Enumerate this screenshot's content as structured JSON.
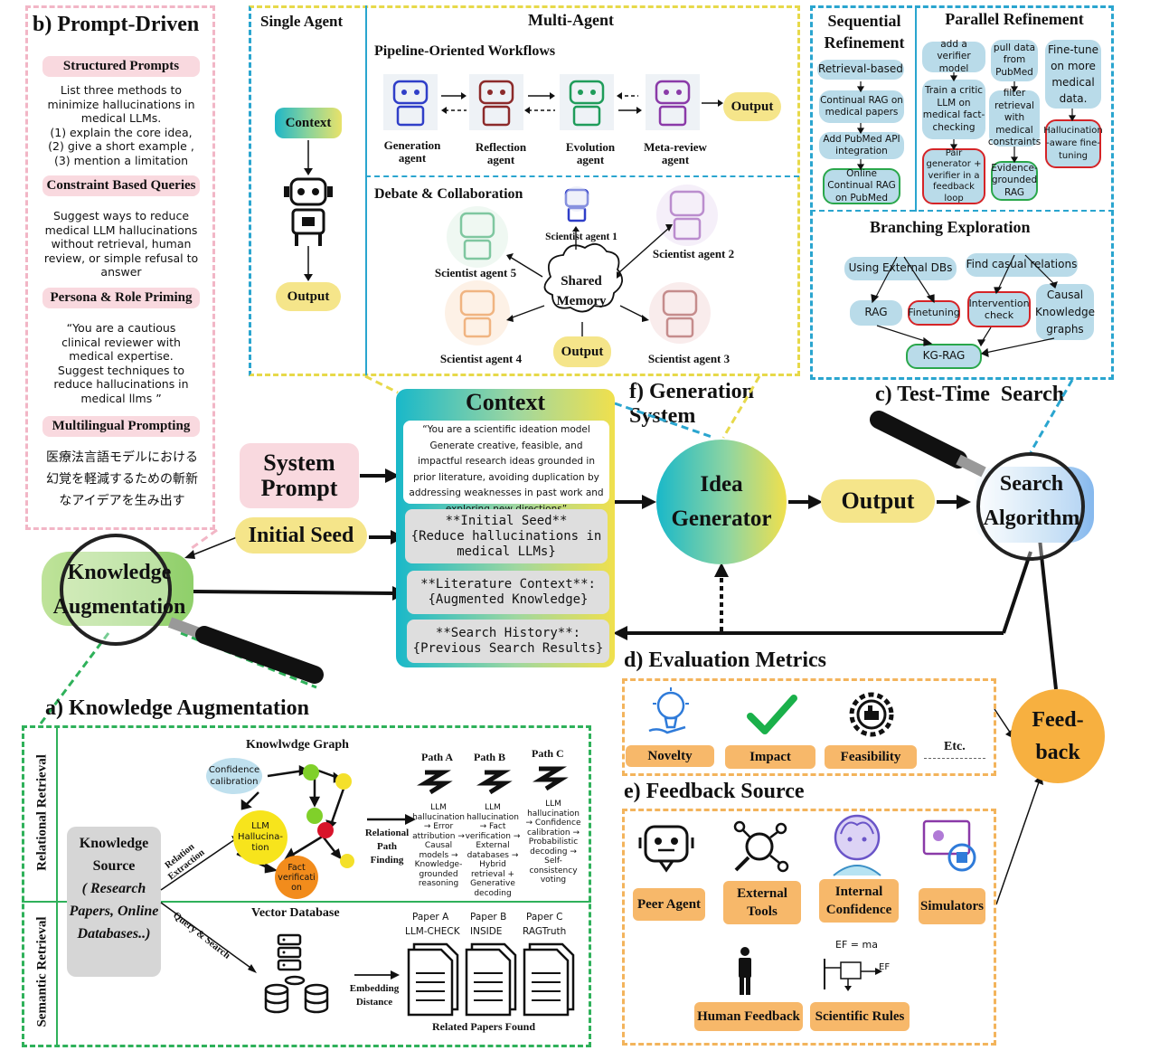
{
  "prompt_driven": {
    "title": "b) Prompt-Driven",
    "sections": [
      {
        "label": "Structured Prompts",
        "text": "List three methods to minimize hallucinations in medical LLMs.\n(1) explain the core idea,\n(2) give a short example ,\n(3) mention a limitation"
      },
      {
        "label": "Constraint Based Queries",
        "text": "Suggest ways to reduce medical LLM hallucinations without retrieval, human review, or simple refusal to answer"
      },
      {
        "label": "Persona & Role Priming",
        "text": "“You are a cautious clinical reviewer with medical expertise. Suggest techniques to reduce hallucinations in medical llms ”"
      },
      {
        "label": "Multilingual Prompting",
        "text": "医療法言語モデルにおける幻覚を軽減するための斬新なアイデアを生み出す"
      }
    ]
  },
  "generation_system": {
    "single_title": "Single Agent",
    "single_context": "Context",
    "single_output": "Output",
    "multi_title": "Multi-Agent",
    "pipeline_title": "Pipeline-Oriented Workflows",
    "pipeline_agents": [
      "Generation agent",
      "Reflection agent",
      "Evolution agent",
      "Meta-review agent"
    ],
    "pipeline_output": "Output",
    "debate_title": "Debate & Collaboration",
    "scientists": [
      "Scientist agent 1",
      "Scientist agent 2",
      "Scientist agent 3",
      "Scientist agent 4",
      "Scientist agent 5"
    ],
    "shared_memory": "Shared Memory",
    "debate_output": "Output",
    "label": "f) Generation System"
  },
  "test_time": {
    "seq_title": "Sequential Refinement",
    "seq_items": [
      "Retrieval-based",
      "Continual RAG on medical papers",
      "Add PubMed API integration",
      "Online Continual RAG on PubMed"
    ],
    "par_title": "Parallel Refinement",
    "par_col1": [
      "add a verifier model",
      "Train a critic LLM on medical fact-checking",
      "Pair generator + verifier in a feedback loop"
    ],
    "par_col2": [
      "pull data from PubMed",
      "filter retrieval with medical constraints",
      "Evidence-grounded RAG"
    ],
    "par_col3": [
      "Fine-tune on more medical data.",
      "Hallucination -aware fine-tuning"
    ],
    "branch_title": "Branching Exploration",
    "branch_items": [
      "Using External DBs",
      "Find casual relations",
      "RAG",
      "Finetuning",
      "Intervention check",
      "Causal Knowledge graphs",
      "KG-RAG"
    ],
    "label": "c) Test-Time  Search"
  },
  "context": {
    "title": "Context",
    "system_text": "“You are a scientific ideation model Generate creative, feasible, and impactful research ideas grounded in prior literature, avoiding duplication by addressing weaknesses in past work and exploring new directions”",
    "initial_seed": "**Initial Seed**\n{Reduce hallucinations in medical LLMs}",
    "literature": "**Literature Context**:\n{Augmented Knowledge}",
    "search_history": "**Search History**:\n{Previous Search Results}"
  },
  "flow": {
    "system_prompt": "System Prompt",
    "initial_seed": "Initial Seed",
    "knowledge_augmentation": "Knowledge Augmentation",
    "idea_generator": "Idea Generator",
    "output": "Output",
    "search_algorithm": "Search Algorithm",
    "feedback": "Feed-back"
  },
  "eval": {
    "title": "d) Evaluation Metrics",
    "items": [
      "Novelty",
      "Impact",
      "Feasibility"
    ],
    "etc": "Etc."
  },
  "feedback_source": {
    "title": "e) Feedback Source",
    "items": [
      "Peer Agent",
      "External Tools",
      "Internal Confidence",
      "Simulators",
      "Human Feedback",
      "Scientific Rules"
    ],
    "formula": "EF = ma",
    "ef": "EF"
  },
  "knowledge_aug": {
    "title": "a) Knowledge Augmentation",
    "relational": "Relational Retrieval",
    "semantic": "Semantic Retrieval",
    "source_title": "Knowledge Source",
    "source_sub": "( Research Papers, Online Databases..)",
    "relation_extraction": "Relation Extraction",
    "query_search": "Query & Search",
    "kg_title": "Knowlwdge Graph",
    "confidence": "Confidence calibration",
    "llm_hall": "LLM Hallucina-tion",
    "fact_verif": "Fact verificati on",
    "relational_path": "Relational Path Finding",
    "paths": [
      {
        "name": "Path A",
        "text": "LLM hallucination → Error attribution → Causal models → Knowledge-grounded reasoning"
      },
      {
        "name": "Path B",
        "text": "LLM hallucination → Fact verification → External databases → Hybrid retrieval + Generative decoding"
      },
      {
        "name": "Path C",
        "text": "LLM hallucination → Confidence calibration → Probabilistic decoding → Self-consistency voting"
      }
    ],
    "vector_db": "Vector Database",
    "embedding": "Embedding Distance",
    "papers": [
      {
        "name": "Paper A",
        "sub": "LLM-CHECK"
      },
      {
        "name": "Paper B",
        "sub": "INSIDE"
      },
      {
        "name": "Paper C",
        "sub": "RAGTruth"
      }
    ],
    "related": "Related Papers Found"
  },
  "colors": {
    "pink": "#f2b6c6",
    "blue": "#2aa5cf",
    "yellow": "#e7d94a",
    "green": "#2fb15a",
    "orange": "#f3b45c",
    "red": "#d52427"
  }
}
